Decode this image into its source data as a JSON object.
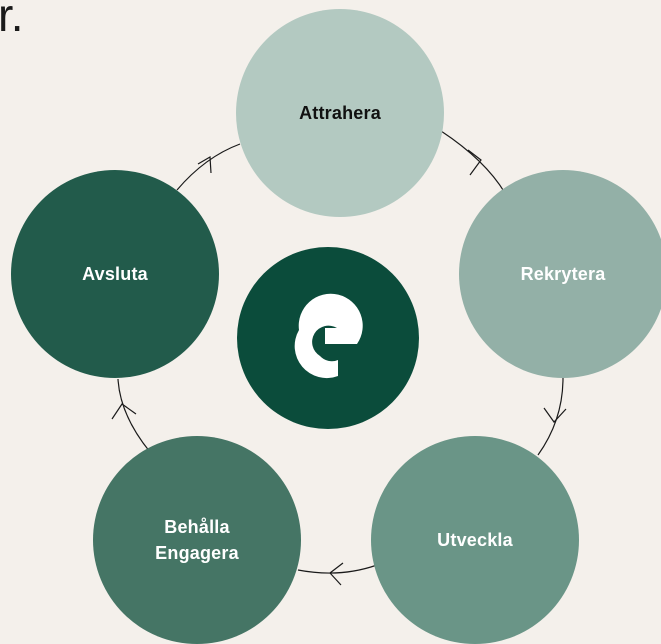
{
  "page": {
    "text_fragment": "r."
  },
  "cycle": {
    "nodes": [
      {
        "label_lines": [
          "Attrahera"
        ]
      },
      {
        "label_lines": [
          "Rekrytera"
        ]
      },
      {
        "label_lines": [
          "Utveckla"
        ]
      },
      {
        "label_lines": [
          "Behålla",
          "Engagera"
        ]
      },
      {
        "label_lines": [
          "Avsluta"
        ]
      }
    ],
    "center": {
      "icon": "logo-e-icon"
    },
    "colors": {
      "background": "#f4f0eb",
      "attrahera": "#b3c9c1",
      "rekrytera": "#93b0a7",
      "utveckla": "#6a9587",
      "behalla": "#457565",
      "avsluta": "#225b4b",
      "center": "#0b4c3b",
      "connector": "#1a1a1a"
    },
    "flow_direction": "clockwise"
  }
}
